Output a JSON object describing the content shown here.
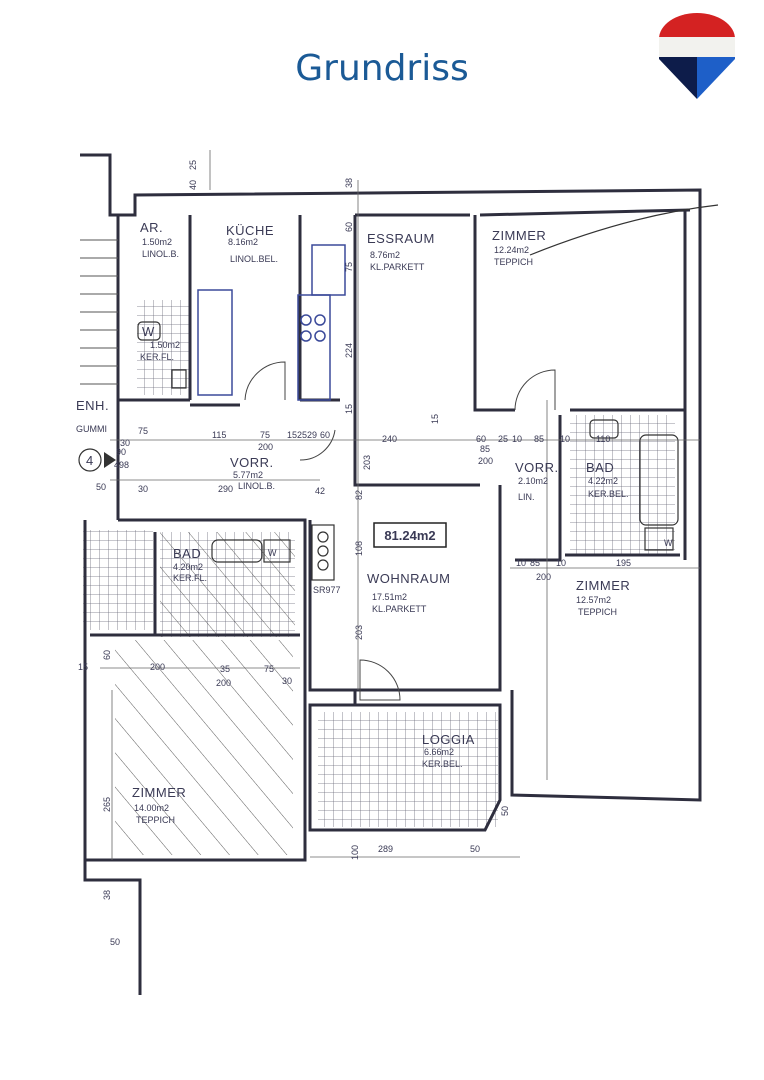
{
  "header": {
    "title": "Grundriss",
    "logo_colors": {
      "top": "#d42222",
      "middle": "#f2f2ee",
      "bottom_left": "#0d1c4a",
      "bottom_right": "#1e5fc8"
    }
  },
  "plan": {
    "total_area": "81.24m2",
    "rooms": {
      "ar": {
        "name": "AR.",
        "area": "1.50m2",
        "floor": "LINOL.B."
      },
      "kueche": {
        "name": "KÜCHE",
        "area": "8.16m2",
        "floor": "LINOL.BEL."
      },
      "essraum": {
        "name": "ESSRAUM",
        "area": "8.76m2",
        "floor": "KL.PARKETT"
      },
      "zimmer1": {
        "name": "ZIMMER",
        "area": "12.24m2",
        "floor": "TEPPICH"
      },
      "wc": {
        "name": "W",
        "area": "1.50m2",
        "floor": "KER.FL."
      },
      "vorr1": {
        "name": "VORR.",
        "area": "5.77m2",
        "floor": "LINOL.B."
      },
      "vorr2": {
        "name": "VORR.",
        "area": "2.10m2",
        "floor": "LIN."
      },
      "bad1": {
        "name": "BAD",
        "area": "4.20m2",
        "floor": "KER.FL."
      },
      "bad2": {
        "name": "BAD",
        "area": "4.22m2",
        "floor": "KER.BEL."
      },
      "wohnraum": {
        "name": "WOHNRAUM",
        "area": "17.51m2",
        "floor": "KL.PARKETT"
      },
      "zimmer2": {
        "name": "ZIMMER",
        "area": "12.57m2",
        "floor": "TEPPICH"
      },
      "zimmer3": {
        "name": "ZIMMER",
        "area": "14.00m2",
        "floor": "TEPPICH"
      },
      "loggia": {
        "name": "LOGGIA",
        "area": "6.66m2",
        "floor": "KER.BEL."
      }
    },
    "labels": {
      "sr": "SR977",
      "enh": "ENH.",
      "gumm": "GUMMI",
      "marker": "4",
      "w1": "W",
      "w2": "W"
    },
    "dims": {
      "d_40": "40",
      "d_25a": "25",
      "d_38a": "38",
      "d_60a": "60",
      "d_75a": "75",
      "d_224": "224",
      "d_15a": "15",
      "d_115": "115",
      "d_75b": "75",
      "d_15b": "15",
      "d_25b": "25",
      "d_29": "29",
      "d_60b": "60",
      "d_240": "240",
      "d_15c": "15",
      "d_60c": "60",
      "d_25c": "25",
      "d_10a": "10",
      "d_85a": "85",
      "d_10b": "10",
      "d_110": "110",
      "d_200a": "200",
      "d_200b": "200",
      "d_85b": "85",
      "d_290": "290",
      "d_42": "42",
      "d_203a": "203",
      "d_82": "82",
      "d_108": "108",
      "d_203b": "203",
      "d_30a": "30",
      "d_50a": "50",
      "d_10c": "10",
      "d_85c": "85",
      "d_10d": "10",
      "d_195": "195",
      "d_200c": "200",
      "d_200d": "200",
      "d_35": "35",
      "d_75c": "75",
      "d_200e": "200",
      "d_30b": "30",
      "d_15d": "15",
      "d_60d": "60",
      "d_265": "265",
      "d_100": "100",
      "d_289": "289",
      "d_50b": "50",
      "d_50c": "50",
      "d_38b": "38",
      "d_50d": "50",
      "d_498": "498",
      "d_90": "90",
      "d_30c": "30",
      "d_75d": "75"
    }
  }
}
